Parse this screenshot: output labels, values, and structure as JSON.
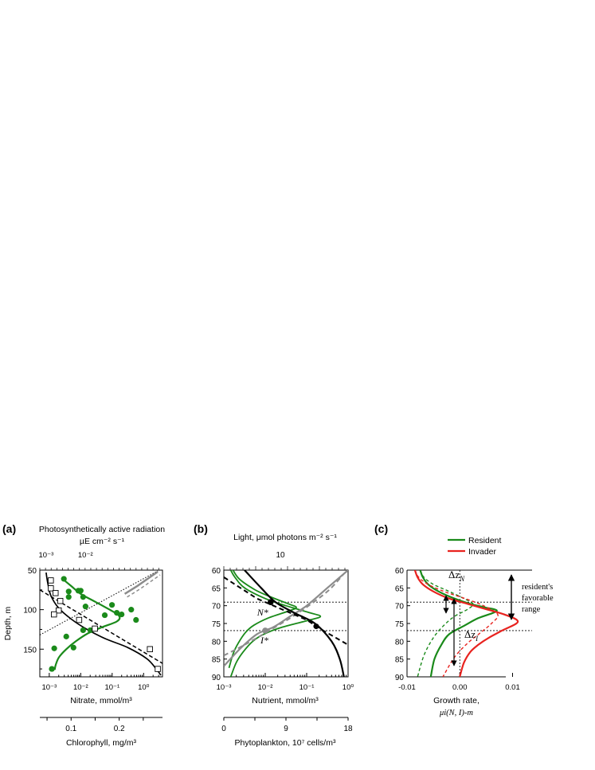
{
  "colors": {
    "green": "#1a8a1a",
    "gray": "#8c8c8c",
    "red": "#e8231f",
    "black": "#000000"
  },
  "chart_data": [
    {
      "panel": "(a)",
      "type": "line",
      "top_axis_label_line1": "Photosynthetically active radiation",
      "top_axis_label_line2": "µE cm⁻² s⁻¹",
      "top_ticks": [
        "10⁻³",
        "10⁻²"
      ],
      "ylabel": "Depth, m",
      "yticks": [
        "50",
        "100",
        "150"
      ],
      "ylim": [
        50,
        185
      ],
      "xlabel": "Nitrate, mmol/m³",
      "xticks": [
        "10⁻³",
        "10⁻²",
        "10⁻¹",
        "10⁰"
      ],
      "xlim_log10": [
        -3.3,
        0.6
      ],
      "second_xlabel": "Chlorophyll, mg/m³",
      "second_xticks": [
        "0.1",
        "0.2"
      ],
      "second_xlim": [
        0.035,
        0.29
      ],
      "chlorophyll_points": {
        "x": [
          0.085,
          0.115,
          0.095,
          0.12,
          0.095,
          0.125,
          0.13,
          0.185,
          0.195,
          0.225,
          0.17,
          0.205,
          0.235,
          0.14,
          0.125,
          0.09,
          0.105,
          0.065,
          0.06,
          0.06
        ],
        "depth": [
          61,
          76,
          77,
          76,
          84,
          84,
          96,
          94,
          104,
          100,
          107,
          106,
          113,
          126,
          126,
          134,
          148,
          149,
          175,
          175
        ]
      },
      "chlorophyll_fit": {
        "depth": [
          60,
          70,
          80,
          90,
          100,
          108,
          115,
          122,
          130,
          140,
          150,
          160,
          170,
          176
        ],
        "x": [
          0.08,
          0.1,
          0.12,
          0.15,
          0.18,
          0.2,
          0.195,
          0.165,
          0.135,
          0.11,
          0.09,
          0.075,
          0.068,
          0.066
        ]
      },
      "nitrate_squares": {
        "log10x": [
          -2.95,
          -2.95,
          -2.8,
          -2.65,
          -2.7,
          -2.85,
          -2.05,
          -1.55,
          0.2,
          0.45
        ],
        "depth": [
          63,
          73,
          79,
          89,
          101,
          106,
          113,
          124,
          150,
          175
        ]
      },
      "nitrate_fit": {
        "log10x": [
          -3.1,
          -3.05,
          -2.95,
          -2.7,
          -2.3,
          -1.8,
          -1.2,
          -0.5,
          0.1,
          0.4,
          0.55
        ],
        "depth": [
          53,
          66,
          82,
          98,
          112,
          125,
          137,
          148,
          162,
          175,
          183
        ]
      },
      "nitrate_dashed": {
        "log10x": [
          -3.3,
          0.6
        ],
        "depth": [
          75,
          168
        ]
      },
      "light_dotted": {
        "log10x": [
          -3.3,
          0.45
        ],
        "depth": [
          132,
          51
        ]
      },
      "light_gray": {
        "log10x": [
          -0.6,
          -0.2,
          0.2,
          0.45
        ],
        "depth": [
          80,
          70,
          59,
          52
        ]
      }
    },
    {
      "panel": "(b)",
      "type": "line",
      "top_axis_label": "Light, μmol photons m⁻² s⁻¹",
      "top_ticks": [
        "10"
      ],
      "yticks": [
        "60",
        "65",
        "70",
        "75",
        "80",
        "85",
        "90"
      ],
      "ylim": [
        60,
        90
      ],
      "xlabel": "Nutrient, mmol/m³",
      "xticks": [
        "10⁻³",
        "10⁻²",
        "10⁻¹",
        "10⁰"
      ],
      "xlim_log10": [
        -3,
        0
      ],
      "second_xlabel": "Phytoplankton, 10⁷ cells/m³",
      "second_xticks": [
        "0",
        "9",
        "18"
      ],
      "second_xlim": [
        0,
        18
      ],
      "nutrient_curve": {
        "log10x": [
          -2.5,
          -2.1,
          -1.75,
          -1.3,
          -0.8,
          -0.4,
          -0.2,
          -0.1
        ],
        "depth": [
          60,
          65,
          69,
          72,
          75,
          80,
          85,
          90
        ]
      },
      "nutrient_dashed": {
        "log10x": [
          -3,
          -2.6,
          -2.2,
          -1.8,
          -1.4,
          -1.0,
          -0.6,
          0
        ],
        "depth": [
          62,
          65,
          68,
          70,
          72,
          74,
          77,
          81
        ]
      },
      "light_curve": {
        "log10x": [
          -3,
          -2.6,
          -2.2,
          -1.8,
          -1.4,
          -1.0,
          -0.5,
          0
        ],
        "depth": [
          87,
          82,
          78,
          76,
          73,
          70,
          65,
          60
        ]
      },
      "light_dashed": {
        "log10x": [
          -3,
          -2.5,
          -1.9,
          -1.2,
          -0.5,
          -0.1
        ],
        "depth": [
          84,
          81,
          77,
          72,
          66,
          61
        ]
      },
      "phytoplankton_profiles": [
        {
          "depth": [
            60,
            62,
            65,
            68,
            70,
            72,
            73,
            74,
            76,
            78,
            80,
            83,
            86,
            90
          ],
          "x": [
            1.0,
            1.6,
            3.0,
            6.0,
            9.0,
            12.5,
            14.0,
            12.5,
            8.5,
            5.8,
            4.2,
            2.8,
            1.8,
            1.0
          ]
        }
      ],
      "points": [
        {
          "name": "N",
          "label": "N*",
          "log10x": -1.87,
          "depth": 69
        },
        {
          "name": "I",
          "label": "I*",
          "log10x": -2.0,
          "depth": 77
        }
      ],
      "hlines": [
        69,
        77
      ]
    },
    {
      "panel": "(c)",
      "type": "line",
      "legend": [
        {
          "name": "Resident",
          "color": "#1a8a1a"
        },
        {
          "name": "Invader",
          "color": "#e8231f"
        }
      ],
      "legend_position": "top",
      "yticks": [
        "60",
        "65",
        "70",
        "75",
        "80",
        "85",
        "90"
      ],
      "ylim": [
        60,
        90
      ],
      "xticks": [
        "-0.01",
        "0.00",
        "0.01"
      ],
      "xlim": [
        -0.01,
        0.0137
      ],
      "xlabel_line1": "Growth rate,",
      "xlabel_line2": "μi(N, I)-m",
      "series": [
        {
          "name": "Resident",
          "color": "#1a8a1a",
          "style": "solid",
          "x": [
            -0.0075,
            -0.007,
            -0.006,
            -0.004,
            -0.001,
            0.002,
            0.0048,
            0.007,
            0.0035,
            0.001,
            -0.002,
            -0.0035,
            -0.0048,
            -0.0055
          ],
          "depth": [
            60,
            62,
            64,
            66,
            68,
            69.5,
            70.5,
            71.5,
            73.5,
            75.5,
            78,
            81,
            85,
            90
          ]
        },
        {
          "name": "Resident (reference)",
          "color": "#1a8a1a",
          "style": "dashed",
          "x": [
            -0.0075,
            -0.0068,
            -0.005,
            -0.002,
            0.0008,
            0.0025,
            0.0015,
            -0.001,
            -0.003,
            -0.005,
            -0.0068,
            -0.008
          ],
          "depth": [
            60,
            62,
            64,
            66,
            68,
            69.5,
            71,
            73,
            75.5,
            79,
            84,
            90
          ]
        },
        {
          "name": "Invader",
          "color": "#e8231f",
          "style": "solid",
          "x": [
            -0.0085,
            -0.008,
            -0.007,
            -0.005,
            -0.002,
            0.0015,
            0.005,
            0.0085,
            0.011,
            0.008,
            0.0055,
            0.0035,
            0.002,
            0.0008,
            0
          ],
          "depth": [
            60,
            62,
            64,
            66,
            68,
            69.5,
            71,
            72.5,
            74.5,
            77,
            79,
            81,
            83,
            86,
            90
          ]
        },
        {
          "name": "Invader (reference)",
          "color": "#e8231f",
          "style": "dashed",
          "x": [
            -0.0085,
            -0.0078,
            -0.006,
            -0.003,
            0.001,
            0.0045,
            0.0072,
            0.006,
            0.004,
            0.0015,
            -0.001,
            -0.0032
          ],
          "depth": [
            60,
            62,
            64,
            66,
            68,
            70,
            72.5,
            75,
            77.5,
            80.5,
            84.5,
            90
          ]
        }
      ],
      "hlines": [
        69,
        77
      ],
      "vline_x": 0,
      "delta_zN_label": "Δz",
      "delta_zN_sub": "N",
      "delta_zI_label": "Δz",
      "delta_zI_sub": "I",
      "range_label": [
        "resident's",
        "favorable",
        "range"
      ]
    }
  ],
  "panel_labels": [
    "(a)",
    "(b)",
    "(c)"
  ]
}
